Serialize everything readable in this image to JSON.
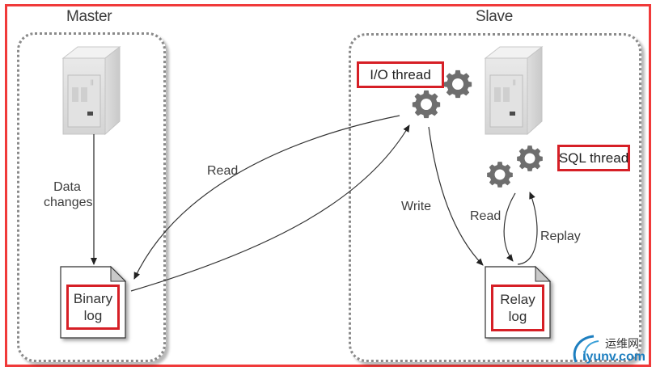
{
  "diagram": {
    "master": {
      "title": "Master",
      "data_changes_label": [
        "Data",
        "changes"
      ],
      "binary_log": [
        "Binary",
        "log"
      ]
    },
    "slave": {
      "title": "Slave",
      "io_thread": "I/O thread",
      "sql_thread": "SQL thread",
      "relay_log": [
        "Relay",
        "log"
      ]
    },
    "arrows": {
      "read_from_master": "Read",
      "write_to_relay": "Write",
      "read_relay": "Read",
      "replay": "Replay"
    },
    "colors": {
      "highlight_red": "#d61f26",
      "frame_red": "#f03a3a",
      "gear_gray": "#6e6e6e",
      "container_dots": "#8a8a8a"
    }
  },
  "watermark": {
    "cn_text": "运维网",
    "url": "iyunv.com"
  }
}
